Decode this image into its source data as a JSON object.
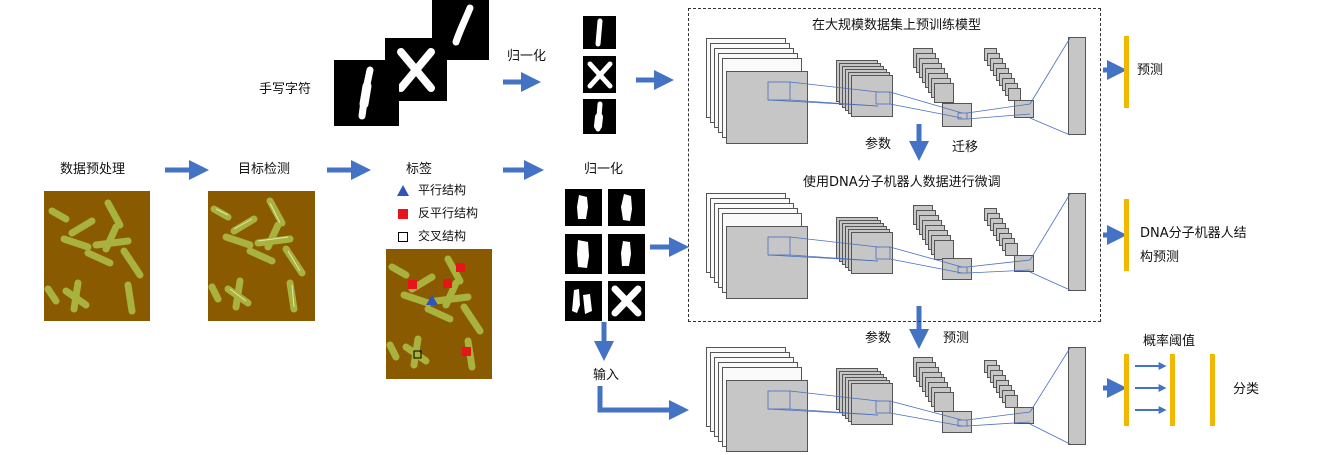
{
  "labels": {
    "handwriting": "手写字符",
    "normalize_top": "归一化",
    "preprocess": "数据预处理",
    "detect": "目标检测",
    "tag": "标签",
    "legend_parallel": "平行结构",
    "legend_antiparallel": "反平行结构",
    "legend_cross": "交叉结构",
    "normalize_mid": "归一化",
    "input": "输入",
    "pretrain_title": "在大规模数据集上预训练模型",
    "params1": "参数",
    "transfer": "迁移",
    "finetune_title": "使用DNA分子机器人数据进行微调",
    "params2": "参数",
    "predict_mid": "预测",
    "predict_top": "预测",
    "structure_predict_line1": "DNA分子机器人结",
    "structure_predict_line2": "构预测",
    "prob_threshold": "概率阈值",
    "classify": "分类"
  },
  "colors": {
    "arrow": "#4472c4",
    "output_bar": "#f2b800",
    "micro_bg": "#8a5a00",
    "micro_particle": "#a9b23c",
    "legend_triangle": "#2f55b8",
    "legend_square": "#e8141c",
    "layer_fill": "#c6c6c6"
  }
}
